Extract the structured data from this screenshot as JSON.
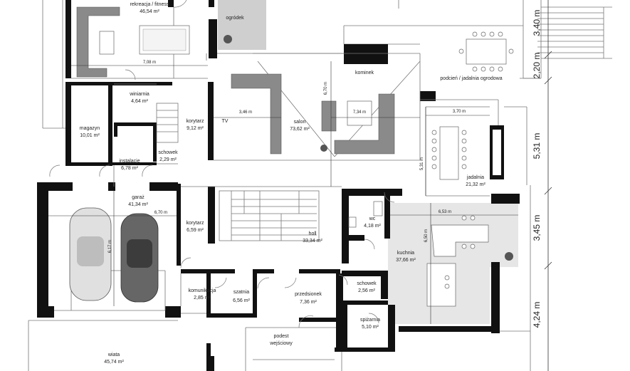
{
  "rooms": {
    "rekreacja": {
      "name": "rekreacja / fitness",
      "area": "46,54 m²"
    },
    "ogrodek": {
      "name": "ogródek",
      "area": ""
    },
    "winiarnia": {
      "name": "winiarnia",
      "area": "4,64 m²"
    },
    "magazyn": {
      "name": "magazyn",
      "area": "10,01 m²"
    },
    "instalacje": {
      "name": "instalacje",
      "area": "6,78 m²"
    },
    "schowek1": {
      "name": "schowek",
      "area": "2,29 m²"
    },
    "korytarz1": {
      "name": "korytarz",
      "area": "9,12 m²"
    },
    "tv": {
      "name": "TV",
      "area": ""
    },
    "salon": {
      "name": "salon",
      "area": "73,62 m²"
    },
    "kominek": {
      "name": "kominek",
      "area": ""
    },
    "podcien": {
      "name": "podcień / jadalnia ogrodowa",
      "area": ""
    },
    "jadalnia": {
      "name": "jadalnia",
      "area": "21,32 m²"
    },
    "garaz": {
      "name": "garaż",
      "area": "41,34 m²"
    },
    "korytarz2": {
      "name": "korytarz",
      "area": "6,59 m²"
    },
    "holl": {
      "name": "holl",
      "area": "33,34 m²"
    },
    "wc": {
      "name": "wc",
      "area": "4,18 m²"
    },
    "kuchnia": {
      "name": "kuchnia",
      "area": "37,66 m²"
    },
    "schowek2": {
      "name": "schowek",
      "area": "2,56 m²"
    },
    "spizarnia": {
      "name": "spiżarnia",
      "area": "5,10 m²"
    },
    "komunikacja": {
      "name": "komunikacja",
      "area": "2,85 m²"
    },
    "szatnia": {
      "name": "szatnia",
      "area": "6,56 m²"
    },
    "przedsionek": {
      "name": "przedsionek",
      "area": "7,36 m²"
    },
    "podest": {
      "name": "podest",
      "area": "wejściowy"
    },
    "wiata": {
      "name": "wiata",
      "area": "45,74 m²"
    }
  },
  "dimensions": {
    "d708": "7,08 m",
    "d346": "3,46 m",
    "d670v": "6,70 m",
    "d734": "7,34 m",
    "d370": "3,70 m",
    "d531v": "5,31 m",
    "d670h": "6,70 m",
    "d617": "6,17 m",
    "d653": "6,53 m",
    "d650": "6,50 m"
  },
  "side_dims": {
    "a": "3,40 m",
    "b": "2,20 m",
    "c": "5,31 m",
    "d": "3,45 m",
    "e": "4,24 m"
  }
}
